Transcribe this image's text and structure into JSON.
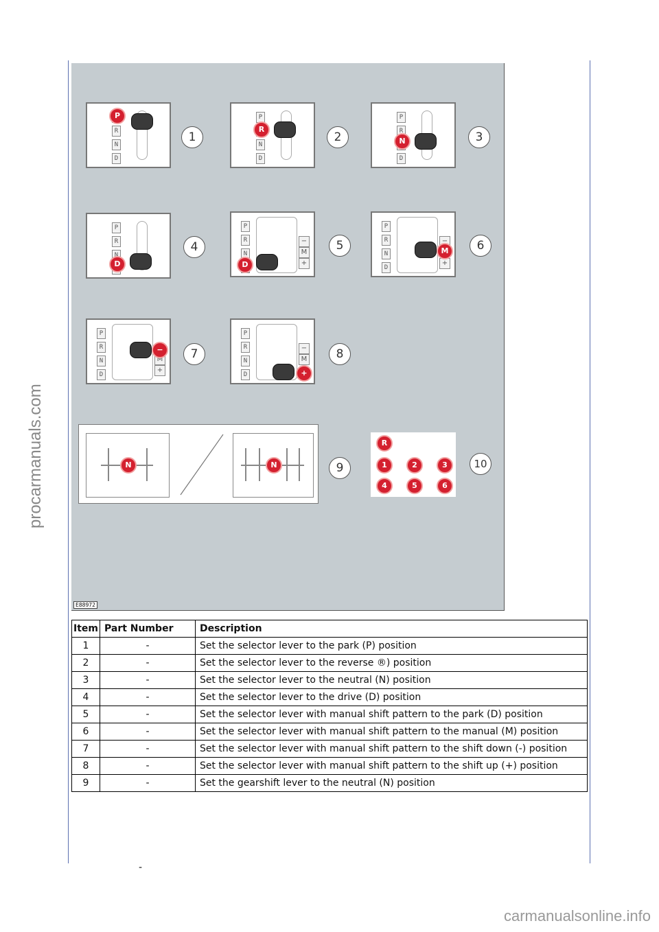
{
  "figure": {
    "code": "E88972",
    "callouts": [
      "1",
      "2",
      "3",
      "4",
      "5",
      "6",
      "7",
      "8",
      "9",
      "10"
    ],
    "prnd": [
      "P",
      "R",
      "N",
      "D"
    ],
    "badges": {
      "p1": "P",
      "p2": "R",
      "p3": "N",
      "p4": "D",
      "p5": "D",
      "p6": "M",
      "p7": "−",
      "p8": "+",
      "p9a": "N",
      "p9b": "N"
    },
    "gear_badges": [
      "R",
      "1",
      "2",
      "3",
      "4",
      "5",
      "6"
    ],
    "plusminus": [
      "−",
      "M",
      "+"
    ]
  },
  "table": {
    "headers": [
      "Item",
      "Part Number",
      "Description"
    ],
    "rows": [
      [
        "1",
        "-",
        "Set the selector lever to the park (P) position"
      ],
      [
        "2",
        "-",
        "Set the selector lever to the reverse ®) position"
      ],
      [
        "3",
        "-",
        "Set the selector lever to the neutral (N) position"
      ],
      [
        "4",
        "-",
        "Set the selector lever to the drive (D) position"
      ],
      [
        "5",
        "-",
        "Set the selector lever with manual shift pattern to the park (D) position"
      ],
      [
        "6",
        "-",
        "Set the selector lever with manual shift pattern to the manual (M) position"
      ],
      [
        "7",
        "-",
        "Set the selector lever with manual shift pattern to the shift down (-) position"
      ],
      [
        "8",
        "-",
        "Set the selector lever with manual shift pattern to the shift up (+) position"
      ],
      [
        "9",
        "-",
        "Set the gearshift lever to the neutral (N) position"
      ]
    ]
  },
  "trailing_dash": "-",
  "watermarks": {
    "side": "procarmanuals.com",
    "bottom": "carmanualsonline.info"
  }
}
